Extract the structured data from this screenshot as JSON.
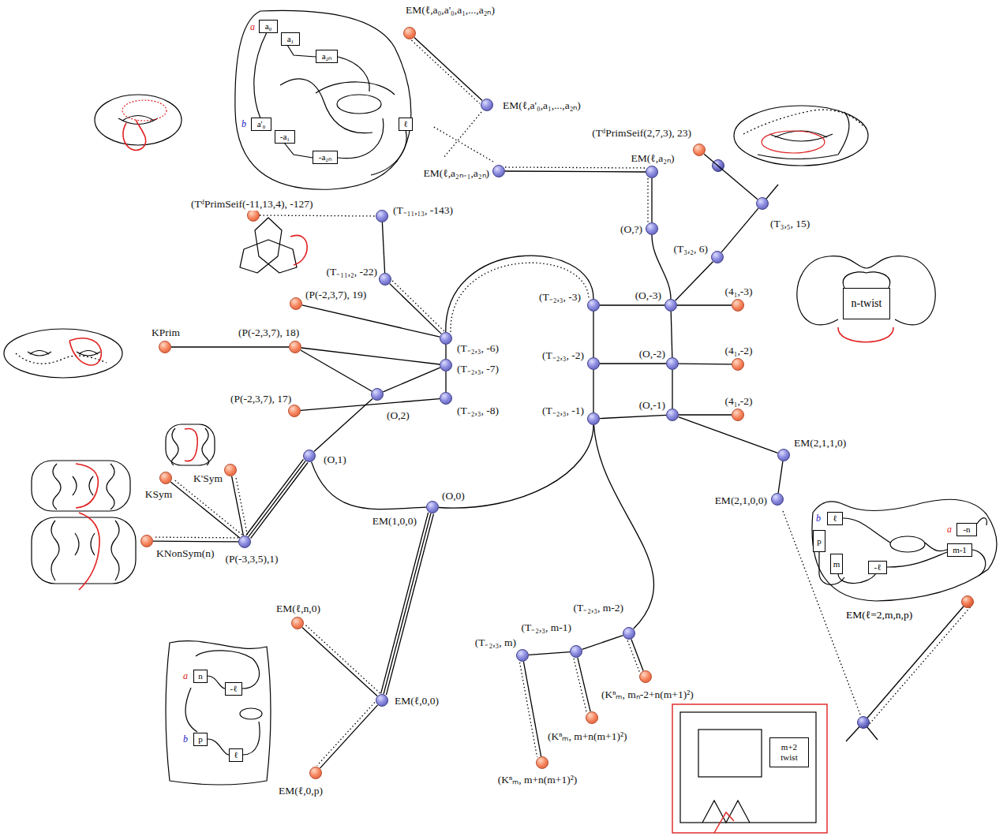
{
  "diagram": {
    "nodes": [
      {
        "text": [
          "EM(ℓ,a₀,a'₀,a₁,...,a₂ₙ)"
        ]
      },
      {
        "text": [
          "EM(ℓ,a'₀,a₁,...,a₂ₙ)"
        ]
      },
      {
        "text": [
          "(TᵈPrimSeif(2,7,3), 23)"
        ]
      },
      {
        "text": [
          "EM(ℓ,a₂ₙ₋₁,a₂ₙ)"
        ]
      },
      {
        "text": [
          "EM(ℓ,a₂ₙ)"
        ]
      },
      {
        "text": [
          "(T₃,₅, 15)"
        ]
      },
      {
        "text": [
          "(TᵈPrimSeif(-11,13,4), -127)"
        ]
      },
      {
        "text": [
          "(T₋₁₁,₁₃, -143)"
        ]
      },
      {
        "text": [
          "(O,?)"
        ]
      },
      {
        "text": [
          "(T₃,₂, 6)"
        ]
      },
      {
        "text": [
          "(T₋₁₁,₂, -22)"
        ]
      },
      {
        "text": [
          "(P(-2,3,7), 19)"
        ]
      },
      {
        "text": [
          "(T₋₂,₃, -3)"
        ]
      },
      {
        "text": [
          "(O,-3)"
        ]
      },
      {
        "text": [
          "(4₁,-3)"
        ]
      },
      {
        "text": [
          "(T₋₂,₃, -6)"
        ]
      },
      {
        "text": [
          "KPrim"
        ]
      },
      {
        "text": [
          "(P(-2,3,7), 18)"
        ]
      },
      {
        "text": [
          "(T₋₂,₃, -2)"
        ]
      },
      {
        "text": [
          "(O,-2)"
        ]
      },
      {
        "text": [
          "(4₁,-2)"
        ]
      },
      {
        "text": [
          "(T₋₂,₃, -7)"
        ]
      },
      {
        "text": [
          "(O,2)"
        ]
      },
      {
        "text": [
          "(P(-2,3,7), 17)"
        ]
      },
      {
        "text": [
          "(T₋₂,₃, -8)"
        ]
      },
      {
        "text": [
          "(T₋₂,₃, -1)"
        ]
      },
      {
        "text": [
          "(O,-1)"
        ]
      },
      {
        "text": [
          "(4₁,-2)"
        ]
      },
      {
        "text": [
          "EM(2,1,1,0)"
        ]
      },
      {
        "text": [
          "(O,1)"
        ]
      },
      {
        "text": [
          "K'Sym"
        ]
      },
      {
        "text": [
          "KSym"
        ]
      },
      {
        "text": [
          "EM(2,1,0,0)"
        ]
      },
      {
        "text": [
          "(O,0)",
          "EM(1,0,0)"
        ]
      },
      {
        "text": [
          "(P(-3,3,5),1)"
        ]
      },
      {
        "text": [
          "KNonSym(n)"
        ]
      },
      {
        "text": [
          "EM(ℓ,n,0)"
        ]
      },
      {
        "text": [
          "(T₋₂,₃, m-2)"
        ]
      },
      {
        "text": [
          "(T₋₂,₃, m-1)"
        ]
      },
      {
        "text": [
          "(T₋₂,₃, m)"
        ]
      },
      {
        "text": [
          "(Kⁿₘ, mₙ-2+n(m+1)²)"
        ]
      },
      {
        "text": [
          "EM(ℓ,0,0)"
        ]
      },
      {
        "text": [
          "(Kⁿₘ, m+n(m+1)²)"
        ]
      },
      {
        "text": [
          "(Kⁿₘ, m+n(m+1)²)"
        ]
      },
      {
        "text": [
          "EM(ℓ,0,p)"
        ]
      },
      {
        "text": [
          "a₀"
        ]
      },
      {
        "text": [
          "a₁"
        ]
      },
      {
        "text": [
          "a₂ₙ"
        ]
      },
      {
        "text": [
          "a'₀"
        ]
      },
      {
        "text": [
          "-a₁"
        ]
      },
      {
        "text": [
          "-a₂ₙ"
        ]
      },
      {
        "text": [
          "ℓ"
        ]
      },
      {
        "text": [
          "n-twist"
        ]
      },
      {
        "text": [
          "ℓ"
        ]
      },
      {
        "text": [
          "p"
        ]
      },
      {
        "text": [
          "m"
        ]
      },
      {
        "text": [
          "-ℓ"
        ]
      },
      {
        "text": [
          "-n"
        ]
      },
      {
        "text": [
          "m-1"
        ]
      },
      {
        "text": [
          "n"
        ]
      },
      {
        "text": [
          "-ℓ"
        ]
      },
      {
        "text": [
          "p"
        ]
      },
      {
        "text": [
          "ℓ"
        ]
      },
      {
        "text": [
          "m+2 twist"
        ]
      }
    ],
    "edges": [
      {
        "from": 0,
        "to": 1,
        "arrow": "none"
      },
      {
        "from": 3,
        "to": 4,
        "arrow": "none"
      },
      {
        "from": 4,
        "to": 8,
        "arrow": "none"
      },
      {
        "from": 8,
        "to": 13,
        "arrow": "none"
      },
      {
        "from": 13,
        "to": 9,
        "arrow": "none"
      },
      {
        "from": 9,
        "to": 5,
        "arrow": "none"
      },
      {
        "from": 5,
        "to": 2,
        "arrow": "none"
      },
      {
        "from": 6,
        "to": 7,
        "arrow": "none"
      },
      {
        "from": 7,
        "to": 10,
        "arrow": "none"
      },
      {
        "from": 10,
        "to": 15,
        "arrow": "none"
      },
      {
        "from": 11,
        "to": 15,
        "arrow": "none"
      },
      {
        "from": 15,
        "to": 21,
        "arrow": "none"
      },
      {
        "from": 21,
        "to": 24,
        "arrow": "none"
      },
      {
        "from": 16,
        "to": 17,
        "arrow": "none"
      },
      {
        "from": 17,
        "to": 21,
        "arrow": "none"
      },
      {
        "from": 17,
        "to": 22,
        "arrow": "none"
      },
      {
        "from": 22,
        "to": 21,
        "arrow": "none"
      },
      {
        "from": 23,
        "to": 24,
        "arrow": "none"
      },
      {
        "from": 22,
        "to": 29,
        "arrow": "none"
      },
      {
        "from": 29,
        "to": 34,
        "arrow": "none"
      },
      {
        "from": 34,
        "to": 30,
        "arrow": "none"
      },
      {
        "from": 34,
        "to": 31,
        "arrow": "none"
      },
      {
        "from": 34,
        "to": 35,
        "arrow": "none"
      },
      {
        "from": 29,
        "to": 33,
        "arrow": "none"
      },
      {
        "from": 33,
        "to": 41,
        "arrow": "none"
      },
      {
        "from": 41,
        "to": 36,
        "arrow": "none"
      },
      {
        "from": 41,
        "to": 44,
        "arrow": "none"
      },
      {
        "from": 15,
        "to": 12,
        "arrow": "none"
      },
      {
        "from": 12,
        "to": 18,
        "arrow": "none"
      },
      {
        "from": 18,
        "to": 25,
        "arrow": "none"
      },
      {
        "from": 12,
        "to": 13,
        "arrow": "none"
      },
      {
        "from": 18,
        "to": 19,
        "arrow": "none"
      },
      {
        "from": 25,
        "to": 26,
        "arrow": "none"
      },
      {
        "from": 13,
        "to": 19,
        "arrow": "none"
      },
      {
        "from": 19,
        "to": 26,
        "arrow": "none"
      },
      {
        "from": 13,
        "to": 14,
        "arrow": "none"
      },
      {
        "from": 19,
        "to": 20,
        "arrow": "none"
      },
      {
        "from": 26,
        "to": 27,
        "arrow": "none"
      },
      {
        "from": 26,
        "to": 28,
        "arrow": "none"
      },
      {
        "from": 28,
        "to": 32,
        "arrow": "none"
      },
      {
        "from": 33,
        "to": 25,
        "arrow": "none"
      },
      {
        "from": 25,
        "to": 37,
        "arrow": "none"
      },
      {
        "from": 37,
        "to": 38,
        "arrow": "none"
      },
      {
        "from": 38,
        "to": 39,
        "arrow": "none"
      },
      {
        "from": 39,
        "to": 43,
        "arrow": "none"
      },
      {
        "from": 38,
        "to": 42,
        "arrow": "none"
      },
      {
        "from": 37,
        "to": 40,
        "arrow": "none"
      }
    ],
    "labels": [
      "a",
      "b",
      "a",
      "b",
      "a",
      "b",
      "EM(ℓ=2,m,n,p)"
    ]
  }
}
